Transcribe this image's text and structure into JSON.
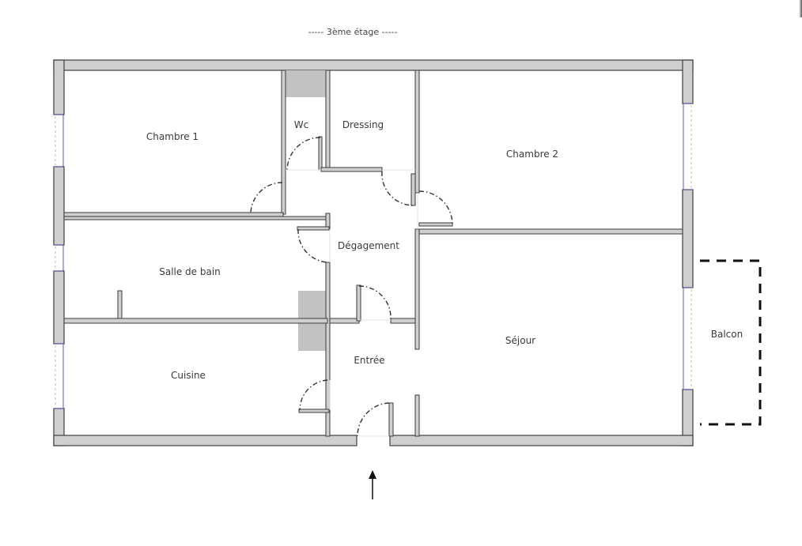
{
  "floor": {
    "label": "----- 3ème étage -----"
  },
  "rooms": {
    "chambre1": "Chambre 1",
    "wc": "Wc",
    "dressing": "Dressing",
    "chambre2": "Chambre 2",
    "degagement": "Dégagement",
    "salle_de_bain": "Salle de bain",
    "sejour": "Séjour",
    "entree": "Entrée",
    "cuisine": "Cuisine",
    "balcon": "Balcon"
  },
  "icons": {
    "entrance_arrow": "arrow-up"
  },
  "colors": {
    "wall_fill": "#cfcfcf",
    "wall_stroke": "#4a4a4a",
    "duct": "#c2c2c2",
    "window": "#5a5aa8",
    "balcony": "#111111"
  }
}
